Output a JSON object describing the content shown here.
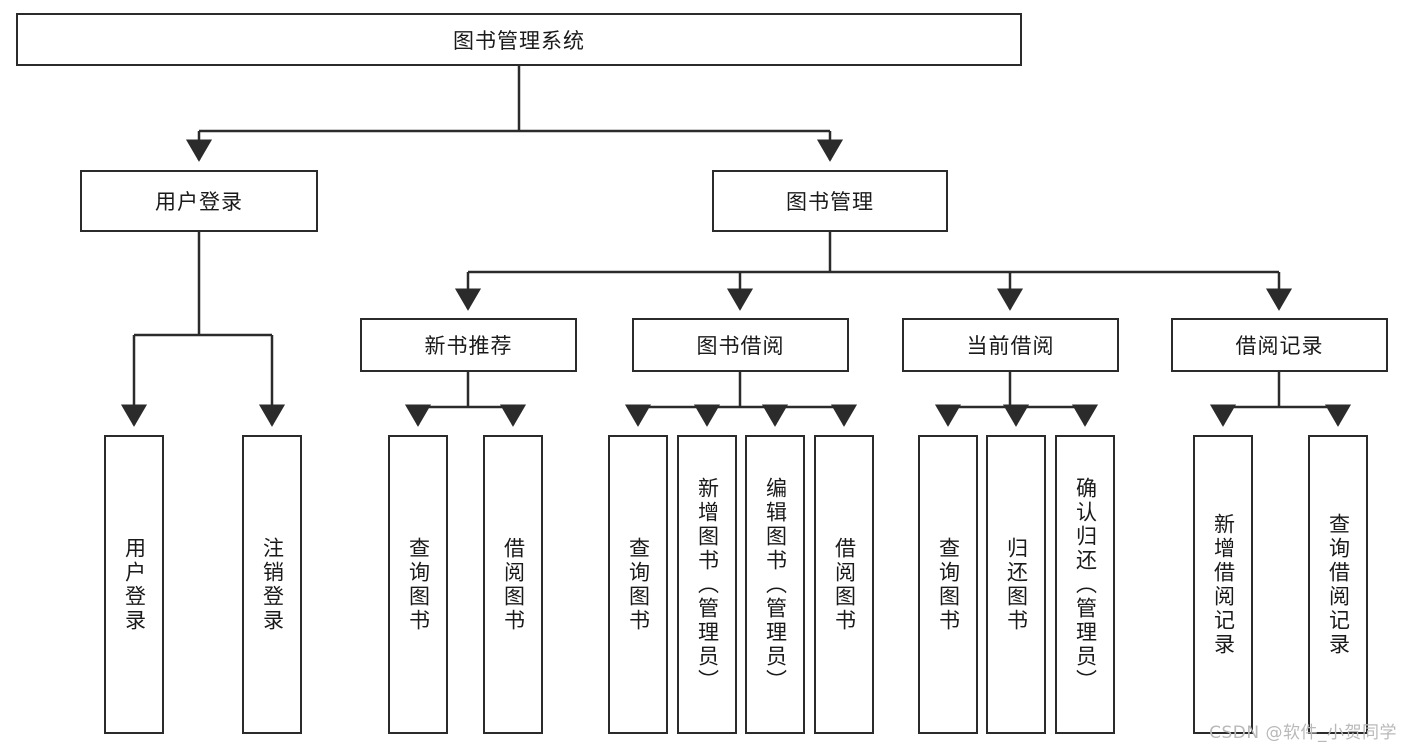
{
  "diagram": {
    "title_node": {
      "label": "图书管理系统"
    },
    "level1": [
      {
        "id": "user-login",
        "label": "用户登录"
      },
      {
        "id": "book-manage",
        "label": "图书管理"
      }
    ],
    "level2": [
      {
        "id": "new-book-recommend",
        "label": "新书推荐"
      },
      {
        "id": "book-borrow",
        "label": "图书借阅"
      },
      {
        "id": "current-borrow",
        "label": "当前借阅"
      },
      {
        "id": "borrow-record",
        "label": "借阅记录"
      }
    ],
    "leaves": {
      "user_login": [
        {
          "id": "leaf-user-login",
          "label": "用户登录"
        },
        {
          "id": "leaf-logout-login",
          "label": "注销登录"
        }
      ],
      "new_book_recommend": [
        {
          "id": "leaf-query-book-1",
          "label": "查询图书"
        },
        {
          "id": "leaf-borrow-book-1",
          "label": "借阅图书"
        }
      ],
      "book_borrow": [
        {
          "id": "leaf-query-book-2",
          "label": "查询图书"
        },
        {
          "id": "leaf-add-book",
          "label": "新增图书（管理员）"
        },
        {
          "id": "leaf-edit-book",
          "label": "编辑图书（管理员）"
        },
        {
          "id": "leaf-borrow-book-2",
          "label": "借阅图书"
        }
      ],
      "current_borrow": [
        {
          "id": "leaf-query-book-3",
          "label": "查询图书"
        },
        {
          "id": "leaf-return-book",
          "label": "归还图书"
        },
        {
          "id": "leaf-confirm-return",
          "label": "确认归还（管理员）"
        }
      ],
      "borrow_record": [
        {
          "id": "leaf-add-record",
          "label": "新增借阅记录"
        },
        {
          "id": "leaf-query-record",
          "label": "查询借阅记录"
        }
      ]
    },
    "watermark": "CSDN @软件_小贺同学",
    "colors": {
      "stroke": "#2b2b2b",
      "fill": "#ffffff",
      "text": "#1a1a1a",
      "watermark": "#b9b9b9"
    }
  }
}
